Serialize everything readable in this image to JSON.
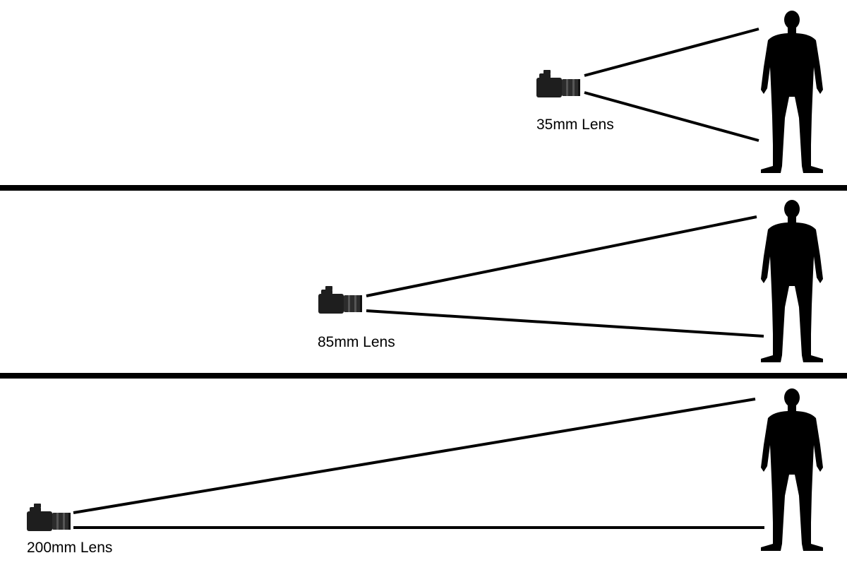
{
  "panels": [
    {
      "lens_label": "35mm Lens"
    },
    {
      "lens_label": "85mm Lens"
    },
    {
      "lens_label": "200mm Lens"
    }
  ],
  "colors": {
    "background": "#ffffff",
    "ink": "#000000",
    "camera_body": "#1e1e1e",
    "camera_lens": "#2c2c2c"
  },
  "icons": {
    "camera": "camera-icon",
    "person": "person-silhouette-icon"
  }
}
